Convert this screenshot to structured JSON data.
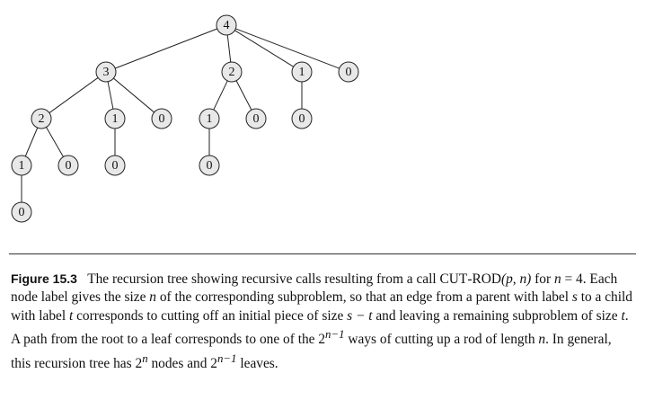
{
  "tree": {
    "nodes": [
      {
        "id": "n4",
        "label": "4",
        "parent": null
      },
      {
        "id": "n3",
        "label": "3",
        "parent": "n4"
      },
      {
        "id": "n2a",
        "label": "2",
        "parent": "n4"
      },
      {
        "id": "n1a",
        "label": "1",
        "parent": "n4"
      },
      {
        "id": "n0a",
        "label": "0",
        "parent": "n4"
      },
      {
        "id": "n2b",
        "label": "2",
        "parent": "n3"
      },
      {
        "id": "n1b",
        "label": "1",
        "parent": "n3"
      },
      {
        "id": "n0b",
        "label": "0",
        "parent": "n3"
      },
      {
        "id": "n1c",
        "label": "1",
        "parent": "n2a"
      },
      {
        "id": "n0c",
        "label": "0",
        "parent": "n2a"
      },
      {
        "id": "n0d",
        "label": "0",
        "parent": "n1a"
      },
      {
        "id": "n1d",
        "label": "1",
        "parent": "n2b"
      },
      {
        "id": "n0e",
        "label": "0",
        "parent": "n2b"
      },
      {
        "id": "n0f",
        "label": "0",
        "parent": "n1b"
      },
      {
        "id": "n0g",
        "label": "0",
        "parent": "n1c"
      },
      {
        "id": "n0h",
        "label": "0",
        "parent": "n1d"
      }
    ]
  },
  "caption": {
    "figure_label": "Figure 15.3",
    "t1": "The recursion tree showing recursive calls resulting from a call ",
    "cutrod_c": "C",
    "cutrod_ut": "UT",
    "cutrod_dash": "-",
    "cutrod_r": "R",
    "cutrod_od": "OD",
    "cutrod_args": "(p, n)",
    "t2": " for ",
    "n_var": "n",
    "eq4": " = 4. Each node label gives the size ",
    "n_var2": "n",
    "t3": " of the corresponding subproblem, so that an edge from a parent with label ",
    "s_var": "s",
    "t4": " to a child with label ",
    "t_var": "t",
    "t5": " corresponds to cutting off an initial piece of size ",
    "s_minus_t": "s − t",
    "t6": " and leaving a remaining subproblem of size ",
    "t_var2": "t",
    "t7": ". A path from the root to a leaf corresponds to one of the ",
    "pow_base": "2",
    "pow_exp": "n−1",
    "t8": " ways of cutting up a rod of length ",
    "n_var3": "n",
    "t9": ". In general, this recursion tree has ",
    "pow2_base": "2",
    "pow2_exp": "n",
    "t10": " nodes and ",
    "pow3_base": "2",
    "pow3_exp": "n−1",
    "t11": " leaves."
  }
}
